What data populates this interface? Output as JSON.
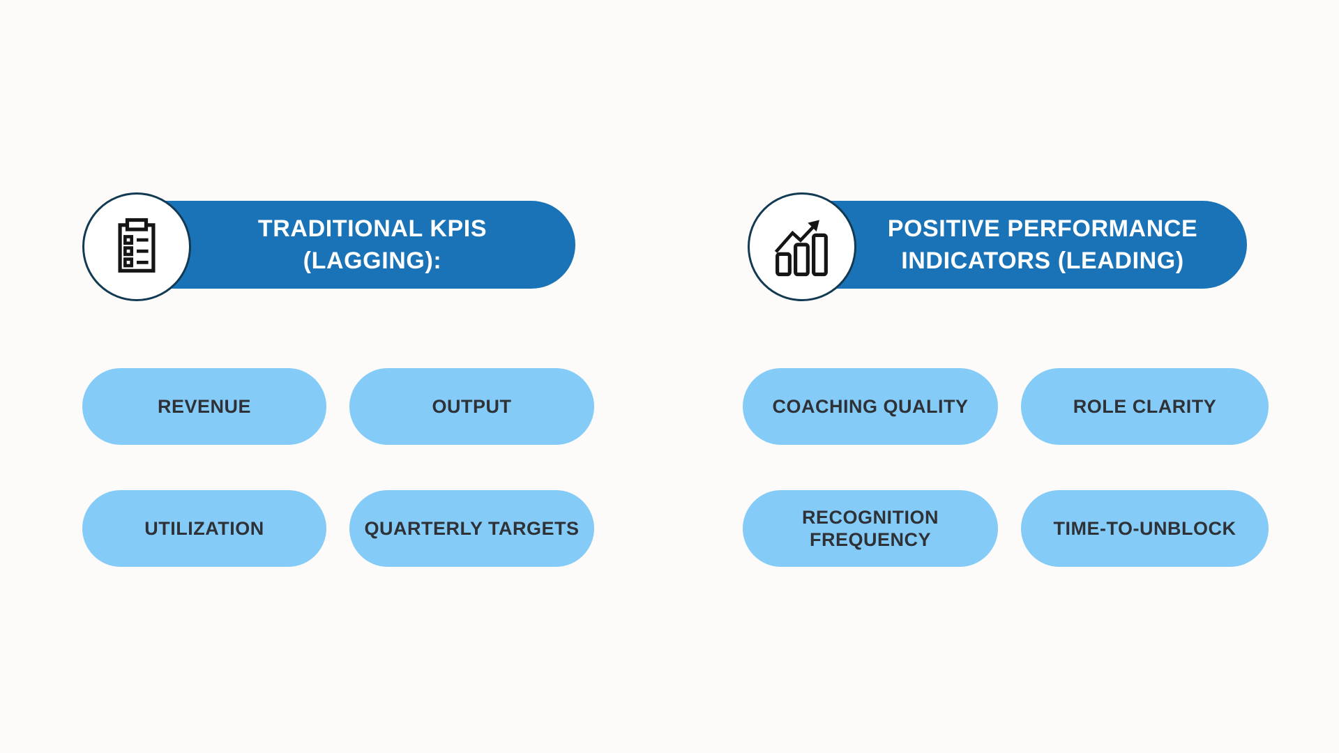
{
  "canvas": {
    "background_color": "#fcfbf9"
  },
  "colors": {
    "header_pill_blue": "#1a73b7",
    "item_pill_light_blue": "#85cbf8",
    "circle_border_navy": "#123a52",
    "header_text": "#ffffff",
    "item_text": "#2e3237",
    "icon_stroke": "#151515"
  },
  "columns": [
    {
      "id": "traditional-kpis",
      "header": {
        "icon": "clipboard-checklist-icon",
        "lines": [
          "TRADITIONAL KPIS",
          "(LAGGING):"
        ]
      },
      "items": [
        "REVENUE",
        "OUTPUT",
        "UTILIZATION",
        "QUARTERLY TARGETS"
      ]
    },
    {
      "id": "positive-performance-indicators",
      "header": {
        "icon": "bar-chart-growth-icon",
        "lines": [
          "POSITIVE PERFORMANCE",
          "INDICATORS (LEADING)"
        ]
      },
      "items": [
        "COACHING QUALITY",
        "ROLE CLARITY",
        "RECOGNITION FREQUENCY",
        "TIME-TO-UNBLOCK"
      ]
    }
  ]
}
